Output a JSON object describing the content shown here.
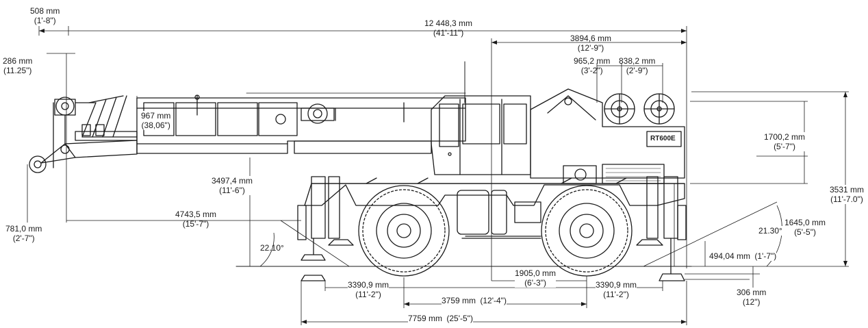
{
  "diagram": {
    "model_badge": "RT600E",
    "dimensions": {
      "boom_tip_offset": {
        "value": "508 mm",
        "imperial": "(1'-8\")"
      },
      "overall_length": {
        "value": "12 448,3 mm",
        "imperial": "(41'-11\")"
      },
      "rear_overhang_cab": {
        "value": "3894,6 mm",
        "imperial": "(12'-9\")"
      },
      "winch_spacing_1": {
        "value": "965,2 mm",
        "imperial": "(3'-2\")"
      },
      "winch_spacing_2": {
        "value": "838,2 mm",
        "imperial": "(2'-9\")"
      },
      "sheave_offset": {
        "value": "286 mm",
        "imperial": "(11.25\")"
      },
      "boom_depth": {
        "value": "967 mm",
        "imperial": "(38,06\")"
      },
      "counterweight_height": {
        "value": "1700,2 mm",
        "imperial": "(5'-7\")"
      },
      "boom_pivot_height": {
        "value": "3497,4 mm",
        "imperial": "(11'-6\")"
      },
      "overall_height": {
        "value": "3531 mm",
        "imperial": "(11'-7.0\")"
      },
      "front_overhang": {
        "value": "4743,5 mm",
        "imperial": "(15'-7\")"
      },
      "tip_height": {
        "value": "781,0 mm",
        "imperial": "(2'-7\")"
      },
      "approach_angle": {
        "value": "22.10°"
      },
      "departure_angle": {
        "value": "21.30°"
      },
      "rear_deck_height": {
        "value": "1645,0 mm",
        "imperial": "(5'-5\")"
      },
      "ground_clearance": {
        "value": "494,04 mm",
        "imperial": "(1'-7\")"
      },
      "rotation_to_axle": {
        "value": "1905,0 mm",
        "imperial": "(6'-3\")"
      },
      "outrigger_front": {
        "value": "3390,9 mm",
        "imperial": "(11'-2\")"
      },
      "outrigger_rear": {
        "value": "3390,9 mm",
        "imperial": "(11'-2\")"
      },
      "float_thickness": {
        "value": "306 mm",
        "imperial": "(12\")"
      },
      "wheelbase": {
        "value": "3759 mm",
        "imperial": "(12'-4\")"
      },
      "outrigger_span": {
        "value": "7759 mm",
        "imperial": "(25'-5\")"
      }
    }
  }
}
